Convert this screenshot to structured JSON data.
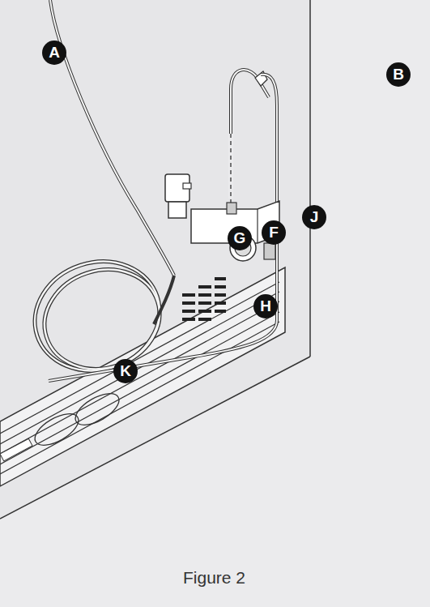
{
  "diagram": {
    "caption": "Figure 2",
    "labels": [
      "A",
      "B",
      "J",
      "F",
      "G",
      "H",
      "K"
    ]
  }
}
